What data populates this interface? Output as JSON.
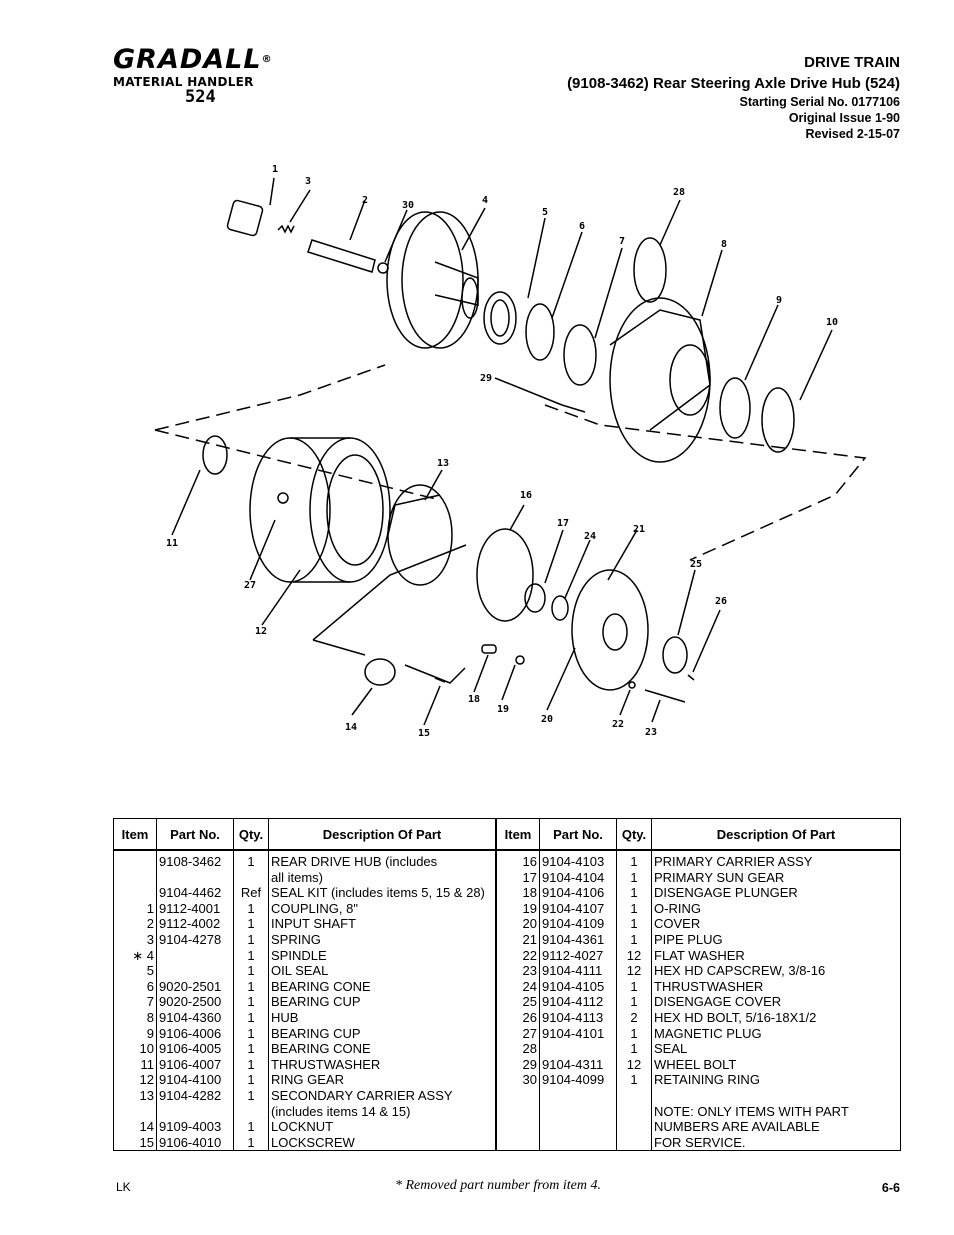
{
  "logo": {
    "brand": "GRADALL",
    "registered": "®",
    "subtitle": "MATERIAL HANDLER",
    "model": "524"
  },
  "header": {
    "section": "DRIVE TRAIN",
    "title": "(9108-3462)  Rear Steering Axle Drive Hub (524)",
    "serial": "Starting Serial No. 0177106",
    "issue": "Original Issue 1-90",
    "revised": "Revised  2-15-07"
  },
  "diagram": {
    "callouts": [
      "1",
      "3",
      "2",
      "30",
      "4",
      "5",
      "6",
      "7",
      "28",
      "8",
      "9",
      "10",
      "29",
      "11",
      "27",
      "12",
      "13",
      "16",
      "17",
      "24",
      "21",
      "25",
      "26",
      "14",
      "15",
      "18",
      "19",
      "20",
      "22",
      "23"
    ]
  },
  "table": {
    "headers": {
      "item": "Item",
      "part_no": "Part No.",
      "qty": "Qty.",
      "description": "Description Of Part"
    },
    "left_rows": [
      {
        "item": "",
        "part": "9108-3462",
        "qty": "1",
        "desc": "REAR DRIVE HUB (includes"
      },
      {
        "item": "",
        "part": "",
        "qty": "",
        "desc": "all items)"
      },
      {
        "item": "",
        "part": "9104-4462",
        "qty": "Ref",
        "desc": "SEAL KIT (includes items 5, 15 & 28)"
      },
      {
        "item": "1",
        "part": "9112-4001",
        "qty": "1",
        "desc": "COUPLING, 8\""
      },
      {
        "item": "2",
        "part": "9112-4002",
        "qty": "1",
        "desc": "INPUT SHAFT"
      },
      {
        "item": "3",
        "part": "9104-4278",
        "qty": "1",
        "desc": "SPRING"
      },
      {
        "item": "∗ 4",
        "part": "",
        "qty": "1",
        "desc": "SPINDLE"
      },
      {
        "item": "5",
        "part": "",
        "qty": "1",
        "desc": "OIL SEAL"
      },
      {
        "item": "6",
        "part": "9020-2501",
        "qty": "1",
        "desc": "BEARING CONE"
      },
      {
        "item": "7",
        "part": "9020-2500",
        "qty": "1",
        "desc": "BEARING CUP"
      },
      {
        "item": "8",
        "part": "9104-4360",
        "qty": "1",
        "desc": "HUB"
      },
      {
        "item": "9",
        "part": "9106-4006",
        "qty": "1",
        "desc": "BEARING CUP"
      },
      {
        "item": "10",
        "part": "9106-4005",
        "qty": "1",
        "desc": "BEARING CONE"
      },
      {
        "item": "11",
        "part": "9106-4007",
        "qty": "1",
        "desc": "THRUSTWASHER"
      },
      {
        "item": "12",
        "part": "9104-4100",
        "qty": "1",
        "desc": "RING GEAR"
      },
      {
        "item": "13",
        "part": "9104-4282",
        "qty": "1",
        "desc": "SECONDARY CARRIER ASSY"
      },
      {
        "item": "",
        "part": "",
        "qty": "",
        "desc": "(includes items 14 & 15)"
      },
      {
        "item": "14",
        "part": "9109-4003",
        "qty": "1",
        "desc": "LOCKNUT"
      },
      {
        "item": "15",
        "part": "9106-4010",
        "qty": "1",
        "desc": "LOCKSCREW"
      }
    ],
    "right_rows": [
      {
        "item": "16",
        "part": "9104-4103",
        "qty": "1",
        "desc": "PRIMARY CARRIER ASSY"
      },
      {
        "item": "17",
        "part": "9104-4104",
        "qty": "1",
        "desc": "PRIMARY SUN GEAR"
      },
      {
        "item": "18",
        "part": "9104-4106",
        "qty": "1",
        "desc": "DISENGAGE PLUNGER"
      },
      {
        "item": "19",
        "part": "9104-4107",
        "qty": "1",
        "desc": "O-RING"
      },
      {
        "item": "20",
        "part": "9104-4109",
        "qty": "1",
        "desc": "COVER"
      },
      {
        "item": "21",
        "part": "9104-4361",
        "qty": "1",
        "desc": "PIPE PLUG"
      },
      {
        "item": "22",
        "part": "9112-4027",
        "qty": "12",
        "desc": "FLAT WASHER"
      },
      {
        "item": "23",
        "part": "9104-4111",
        "qty": "12",
        "desc": "HEX HD CAPSCREW, 3/8-16"
      },
      {
        "item": "24",
        "part": "9104-4105",
        "qty": "1",
        "desc": "THRUSTWASHER"
      },
      {
        "item": "25",
        "part": "9104-4112",
        "qty": "1",
        "desc": "DISENGAGE COVER"
      },
      {
        "item": "26",
        "part": "9104-4113",
        "qty": "2",
        "desc": "HEX HD BOLT, 5/16-18X1/2"
      },
      {
        "item": "27",
        "part": "9104-4101",
        "qty": "1",
        "desc": "MAGNETIC PLUG"
      },
      {
        "item": "28",
        "part": "",
        "qty": "1",
        "desc": "SEAL"
      },
      {
        "item": "29",
        "part": "9104-4311",
        "qty": "12",
        "desc": "WHEEL BOLT"
      },
      {
        "item": "30",
        "part": "9104-4099",
        "qty": "1",
        "desc": "RETAINING RING"
      },
      {
        "item": "",
        "part": "",
        "qty": "",
        "desc": ""
      },
      {
        "item": "",
        "part": "",
        "qty": "",
        "desc": "NOTE:  ONLY ITEMS WITH PART"
      },
      {
        "item": "",
        "part": "",
        "qty": "",
        "desc": "NUMBERS ARE AVAILABLE"
      },
      {
        "item": "",
        "part": "",
        "qty": "",
        "desc": "FOR SERVICE."
      }
    ]
  },
  "footer": {
    "initials": "LK",
    "note": "* Removed part number from item 4.",
    "page": "6-6"
  }
}
